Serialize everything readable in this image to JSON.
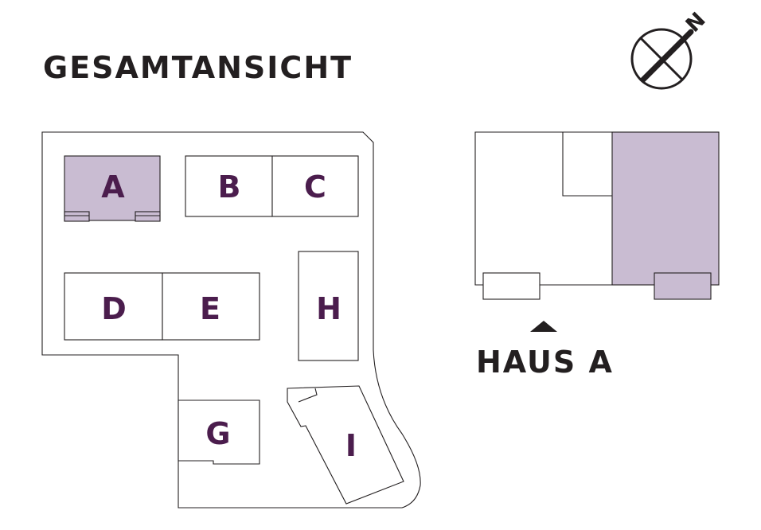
{
  "title": "GESAMTANSICHT",
  "compass": {
    "label": "N",
    "icon": "compass-north-icon"
  },
  "highlight_color": "#c9bcd2",
  "label_color": "#4b1d4d",
  "site": {
    "buildings": [
      {
        "id": "A",
        "label": "A",
        "highlighted": true
      },
      {
        "id": "B",
        "label": "B",
        "highlighted": false
      },
      {
        "id": "C",
        "label": "C",
        "highlighted": false
      },
      {
        "id": "D",
        "label": "D",
        "highlighted": false
      },
      {
        "id": "E",
        "label": "E",
        "highlighted": false
      },
      {
        "id": "G",
        "label": "G",
        "highlighted": false
      },
      {
        "id": "H",
        "label": "H",
        "highlighted": false
      },
      {
        "id": "I",
        "label": "I",
        "highlighted": false
      }
    ]
  },
  "detail": {
    "title": "HAUS A",
    "arrow_icon": "triangle-up-icon"
  }
}
